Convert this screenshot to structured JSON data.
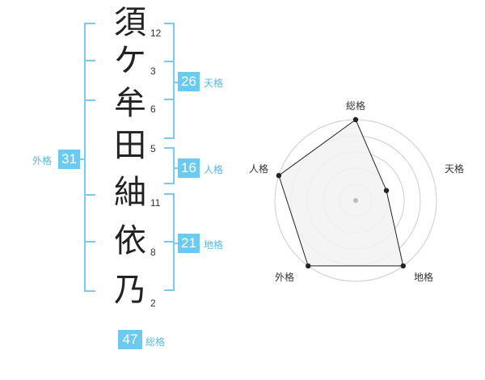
{
  "name": {
    "chars": [
      {
        "char": "須",
        "strokes": "12"
      },
      {
        "char": "ケ",
        "strokes": "3"
      },
      {
        "char": "牟",
        "strokes": "6"
      },
      {
        "char": "田",
        "strokes": "5"
      },
      {
        "char": "紬",
        "strokes": "11"
      },
      {
        "char": "依",
        "strokes": "8"
      },
      {
        "char": "乃",
        "strokes": "2"
      }
    ]
  },
  "fortune": {
    "tenkaku": {
      "value": "26",
      "label": "天格"
    },
    "jinkaku": {
      "value": "16",
      "label": "人格"
    },
    "chikaku": {
      "value": "21",
      "label": "地格"
    },
    "gaikaku": {
      "value": "31",
      "label": "外格"
    },
    "soukaku": {
      "value": "47",
      "label": "総格"
    }
  },
  "radar": {
    "axes": [
      "総格",
      "天格",
      "地格",
      "外格",
      "人格"
    ],
    "levels": 5,
    "values": [
      5,
      2,
      5,
      5,
      5
    ],
    "colors": {
      "fill": "#f2f2f2",
      "ring": "#cccccc",
      "line": "#222222",
      "point": "#222222",
      "center": "#bbbbbb"
    }
  }
}
